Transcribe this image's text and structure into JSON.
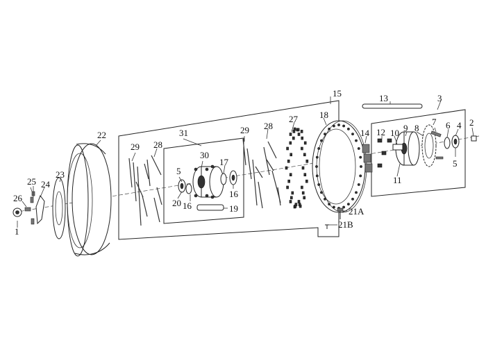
{
  "diagram": {
    "callouts": [
      "1",
      "2",
      "3",
      "4",
      "5",
      "5",
      "6",
      "7",
      "8",
      "9",
      "10",
      "11",
      "12",
      "13",
      "14",
      "15",
      "16",
      "16",
      "17",
      "18",
      "19",
      "20",
      "21A",
      "21B",
      "22",
      "23",
      "24",
      "25",
      "26",
      "27",
      "28",
      "28",
      "29",
      "29",
      "30",
      "31"
    ]
  }
}
